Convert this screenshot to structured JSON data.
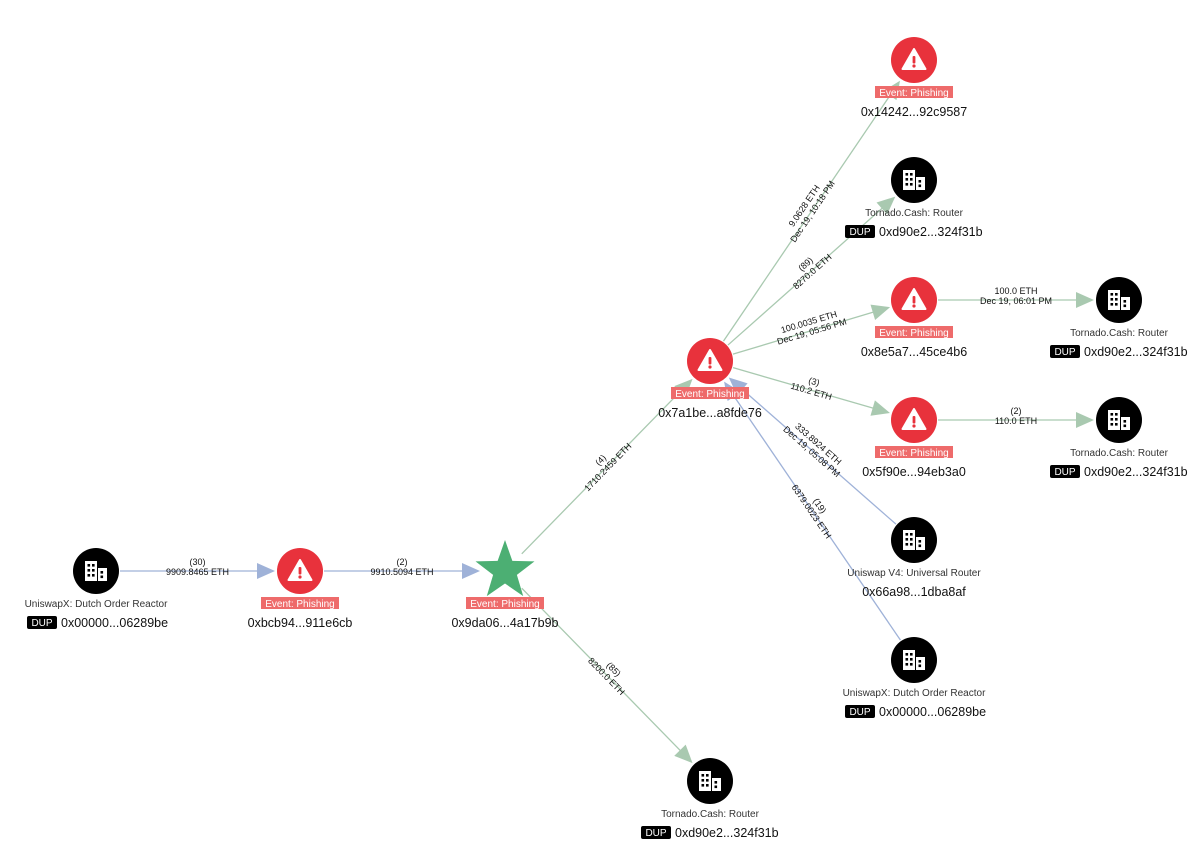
{
  "colors": {
    "alert": "#e8323c",
    "entity": "#000000",
    "target_star": "#4caf73",
    "event_badge": "#ee6b6b",
    "edge_green": "#a9c9b0",
    "edge_blue": "#9fb2d8"
  },
  "nodes": [
    {
      "id": "uniswapx_left",
      "kind": "entity",
      "icon": "building-icon",
      "name": "UniswapX: Dutch Order Reactor",
      "dup": "DUP",
      "address": "0x00000...06289be"
    },
    {
      "id": "bcb94",
      "kind": "alert",
      "icon": "warning-icon",
      "event": "Event: Phishing",
      "address": "0xbcb94...911e6cb"
    },
    {
      "id": "9da06",
      "kind": "star",
      "icon": "star-icon",
      "event": "Event: Phishing",
      "address": "0x9da06...4a17b9b"
    },
    {
      "id": "7a1be",
      "kind": "alert",
      "icon": "warning-icon",
      "event": "Event: Phishing",
      "address": "0x7a1be...a8fde76"
    },
    {
      "id": "14242",
      "kind": "alert",
      "icon": "warning-icon",
      "event": "Event: Phishing",
      "address": "0x14242...92c9587"
    },
    {
      "id": "tc_top",
      "kind": "entity",
      "icon": "building-icon",
      "name": "Tornado.Cash: Router",
      "dup": "DUP",
      "address": "0xd90e2...324f31b"
    },
    {
      "id": "8e5a7",
      "kind": "alert",
      "icon": "warning-icon",
      "event": "Event: Phishing",
      "address": "0x8e5a7...45ce4b6"
    },
    {
      "id": "tc_r1",
      "kind": "entity",
      "icon": "building-icon",
      "name": "Tornado.Cash: Router",
      "dup": "DUP",
      "address": "0xd90e2...324f31b"
    },
    {
      "id": "5f90e",
      "kind": "alert",
      "icon": "warning-icon",
      "event": "Event: Phishing",
      "address": "0x5f90e...94eb3a0"
    },
    {
      "id": "tc_r2",
      "kind": "entity",
      "icon": "building-icon",
      "name": "Tornado.Cash: Router",
      "dup": "DUP",
      "address": "0xd90e2...324f31b"
    },
    {
      "id": "univ4",
      "kind": "entity",
      "icon": "building-icon",
      "name": "Uniswap V4: Universal Router",
      "address": "0x66a98...1dba8af"
    },
    {
      "id": "uniswapx_right",
      "kind": "entity",
      "icon": "building-icon",
      "name": "UniswapX: Dutch Order Reactor",
      "dup": "DUP",
      "address": "0x00000...06289be"
    },
    {
      "id": "tc_bottom",
      "kind": "entity",
      "icon": "building-icon",
      "name": "Tornado.Cash: Router",
      "dup": "DUP",
      "address": "0xd90e2...324f31b"
    }
  ],
  "edges": [
    {
      "from": "uniswapx_left",
      "to": "bcb94",
      "color": "blue",
      "label": [
        "(30)",
        "9909.8465 ETH"
      ]
    },
    {
      "from": "bcb94",
      "to": "9da06",
      "color": "blue",
      "label": [
        "(2)",
        "9910.5094 ETH"
      ]
    },
    {
      "from": "9da06",
      "to": "7a1be",
      "color": "green",
      "label": [
        "(4)",
        "1710.2459 ETH"
      ]
    },
    {
      "from": "9da06",
      "to": "tc_bottom",
      "color": "green",
      "label": [
        "(85)",
        "8200.0 ETH"
      ]
    },
    {
      "from": "7a1be",
      "to": "14242",
      "color": "green",
      "label": [
        "9.0628 ETH",
        "Dec 19, 10:18 PM"
      ]
    },
    {
      "from": "7a1be",
      "to": "tc_top",
      "color": "green",
      "label": [
        "(89)",
        "8270.0 ETH"
      ]
    },
    {
      "from": "7a1be",
      "to": "8e5a7",
      "color": "green",
      "label": [
        "100.0035 ETH",
        "Dec 19, 05:56 PM"
      ]
    },
    {
      "from": "7a1be",
      "to": "5f90e",
      "color": "green",
      "label": [
        "(3)",
        "110.2 ETH"
      ]
    },
    {
      "from": "8e5a7",
      "to": "tc_r1",
      "color": "green",
      "label": [
        "100.0 ETH",
        "Dec 19, 06:01 PM"
      ]
    },
    {
      "from": "5f90e",
      "to": "tc_r2",
      "color": "green",
      "label": [
        "(2)",
        "110.0 ETH"
      ]
    },
    {
      "from": "univ4",
      "to": "7a1be",
      "color": "blue",
      "label": [
        "333.8924 ETH",
        "Dec 19, 05:08 PM"
      ]
    },
    {
      "from": "uniswapx_right",
      "to": "7a1be",
      "color": "blue",
      "label": [
        "(19)",
        "6379.0023 ETH"
      ]
    }
  ]
}
